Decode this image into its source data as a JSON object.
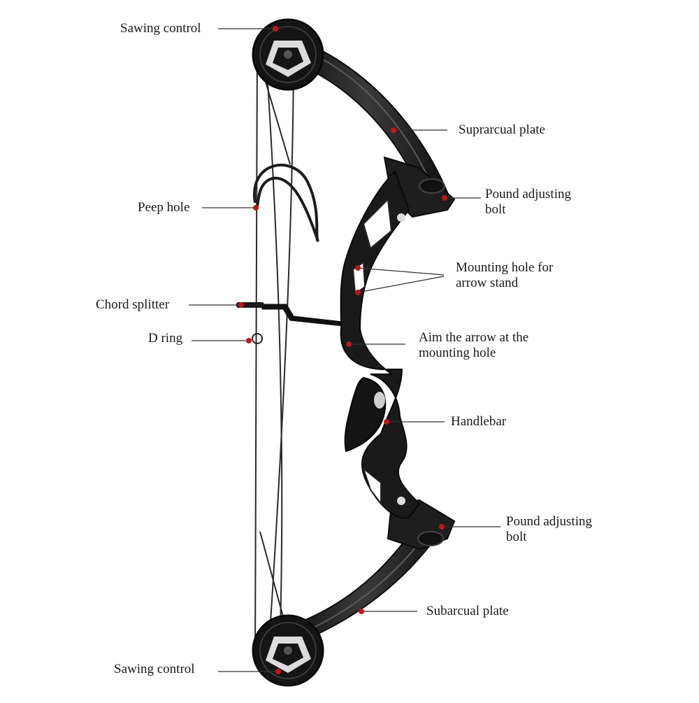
{
  "labels": {
    "sawing_control_top": "Sawing control",
    "suprarcual_plate": "Suprarcual plate",
    "pound_adjusting_bolt_top": "Pound adjusting\nbolt",
    "peep_hole": "Peep hole",
    "mounting_hole_arrow_stand": "Mounting hole for\narrow stand",
    "chord_splitter": "Chord splitter",
    "aim_arrow": "Aim the arrow at the\nmounting hole",
    "d_ring": "D ring",
    "handlebar": "Handlebar",
    "pound_adjusting_bolt_bottom": "Pound adjusting\nbolt",
    "subarcual_plate": "Subarcual plate",
    "sawing_control_bottom": "Sawing control"
  },
  "colors": {
    "bow_body": "#1c1c1c",
    "bow_highlight": "#4a4a4a",
    "marker": "#c0161d",
    "leader_line": "#333333",
    "string": "#2a2a2a"
  },
  "icons": {
    "cam": "cam-wheel",
    "bolt": "limb-bolt",
    "marker": "red-dot"
  }
}
